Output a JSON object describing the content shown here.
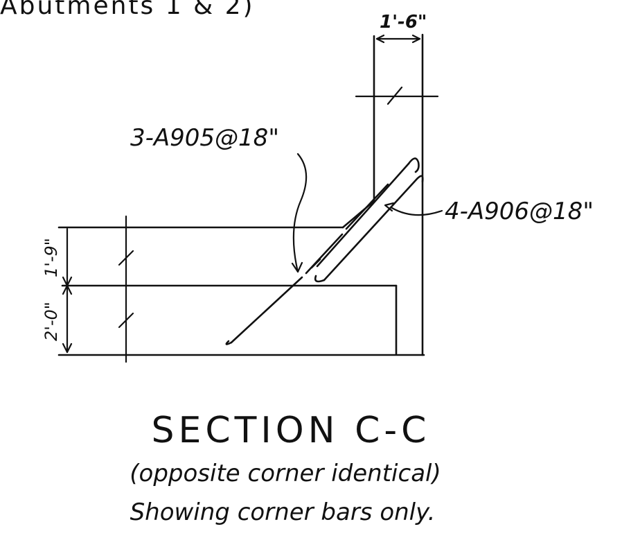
{
  "header_fragment": "Abutments 1 & 2)",
  "dimensions": {
    "wall_width": "1'-6\"",
    "upper_height": "1'-9\"",
    "lower_height": "2'-0\""
  },
  "callouts": {
    "bar_a905": "3-A905@18\"",
    "bar_a906": "4-A906@18\""
  },
  "title": {
    "main": "SECTION C-C",
    "sub": "(opposite corner identical)",
    "note": "Showing corner bars only."
  }
}
